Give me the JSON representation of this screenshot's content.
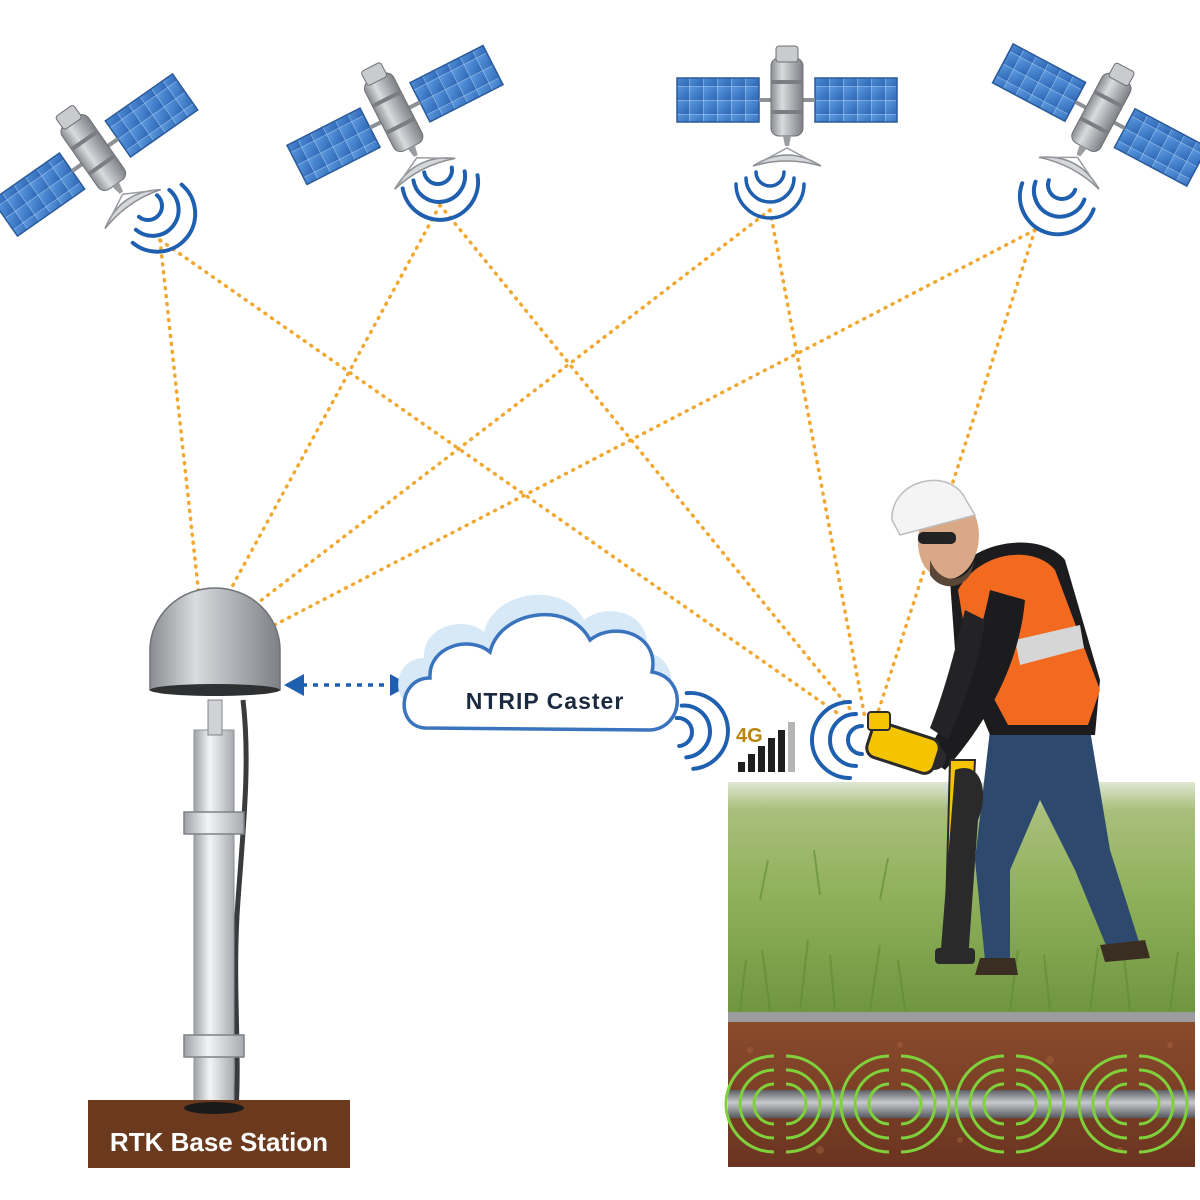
{
  "labels": {
    "base_station": "RTK Base Station",
    "caster": "NTRIP Caster",
    "network": "4G"
  },
  "satellites": [
    {
      "id": "satellite-1"
    },
    {
      "id": "satellite-2"
    },
    {
      "id": "satellite-3"
    },
    {
      "id": "satellite-4"
    }
  ],
  "colors": {
    "signal_line": "#f0a830",
    "signal_wave": "#1f5fb0",
    "panel_blue": "#3f7fd0",
    "soil": "#6b3a1e",
    "grass": "#7fa34a",
    "vest": "#f26a1f",
    "locator": "#f5c400",
    "pipe_signal": "#7fd13b"
  },
  "icons": {
    "satellite": "satellite-icon",
    "antenna": "gnss-antenna-dome-icon",
    "cloud": "cloud-icon",
    "signal": "signal-bars-icon",
    "waves": "radio-waves-icon",
    "worker": "worker-with-locator-icon",
    "pipe": "underground-pipe-icon"
  }
}
